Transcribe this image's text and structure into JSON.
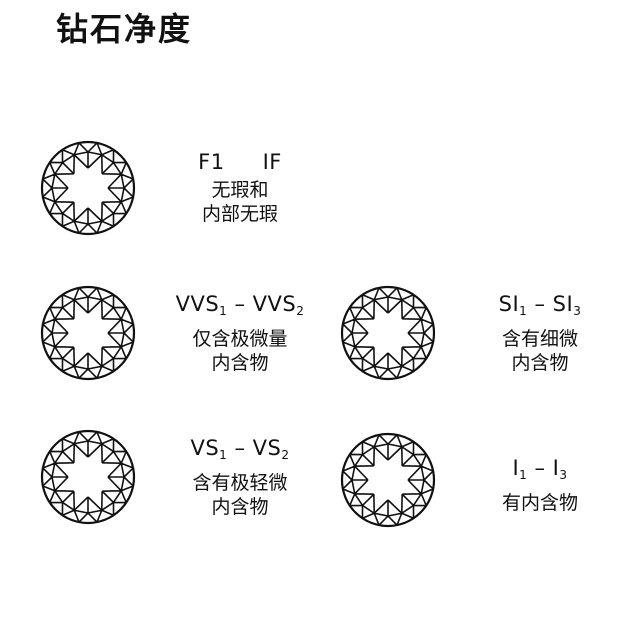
{
  "title": "钻石净度",
  "grades": [
    {
      "code_parts": [
        "F1",
        "IF"
      ],
      "desc": [
        "无瑕和",
        "内部无瑕"
      ]
    },
    {
      "code": {
        "a": "VVS",
        "a_sub": "1",
        "sep": " – ",
        "b": "VVS",
        "b_sub": "2"
      },
      "desc": [
        "仅含极微量",
        "内含物"
      ]
    },
    {
      "code": {
        "a": "SI",
        "a_sub": "1",
        "sep": " – ",
        "b": "SI",
        "b_sub": "3"
      },
      "desc": [
        "含有细微",
        "内含物"
      ]
    },
    {
      "code": {
        "a": "VS",
        "a_sub": "1",
        "sep": " – ",
        "b": "VS",
        "b_sub": "2"
      },
      "desc": [
        "含有极轻微",
        "内含物"
      ]
    },
    {
      "code": {
        "a": "I",
        "a_sub": "1",
        "sep": " – ",
        "b": "I",
        "b_sub": "3"
      },
      "desc": [
        "有内含物"
      ]
    }
  ],
  "colors": {
    "ink": "#111111",
    "background": "#ffffff"
  }
}
